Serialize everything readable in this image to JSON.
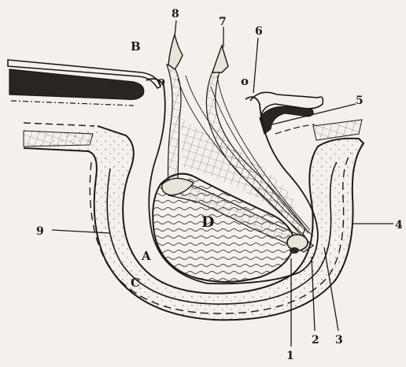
{
  "figure": {
    "region_labels": {
      "B": "B",
      "A": "A",
      "C": "C",
      "D": "D",
      "o_left": "o",
      "o_right": "o"
    },
    "callout_numbers": [
      "1",
      "2",
      "3",
      "4",
      "5",
      "6",
      "7",
      "8",
      "9"
    ]
  },
  "colors": {
    "paper": "#f4f1ec",
    "ink": "#1d1a17",
    "dark_tissue": "#2a2522",
    "sac_fill": "#e9e4da"
  }
}
